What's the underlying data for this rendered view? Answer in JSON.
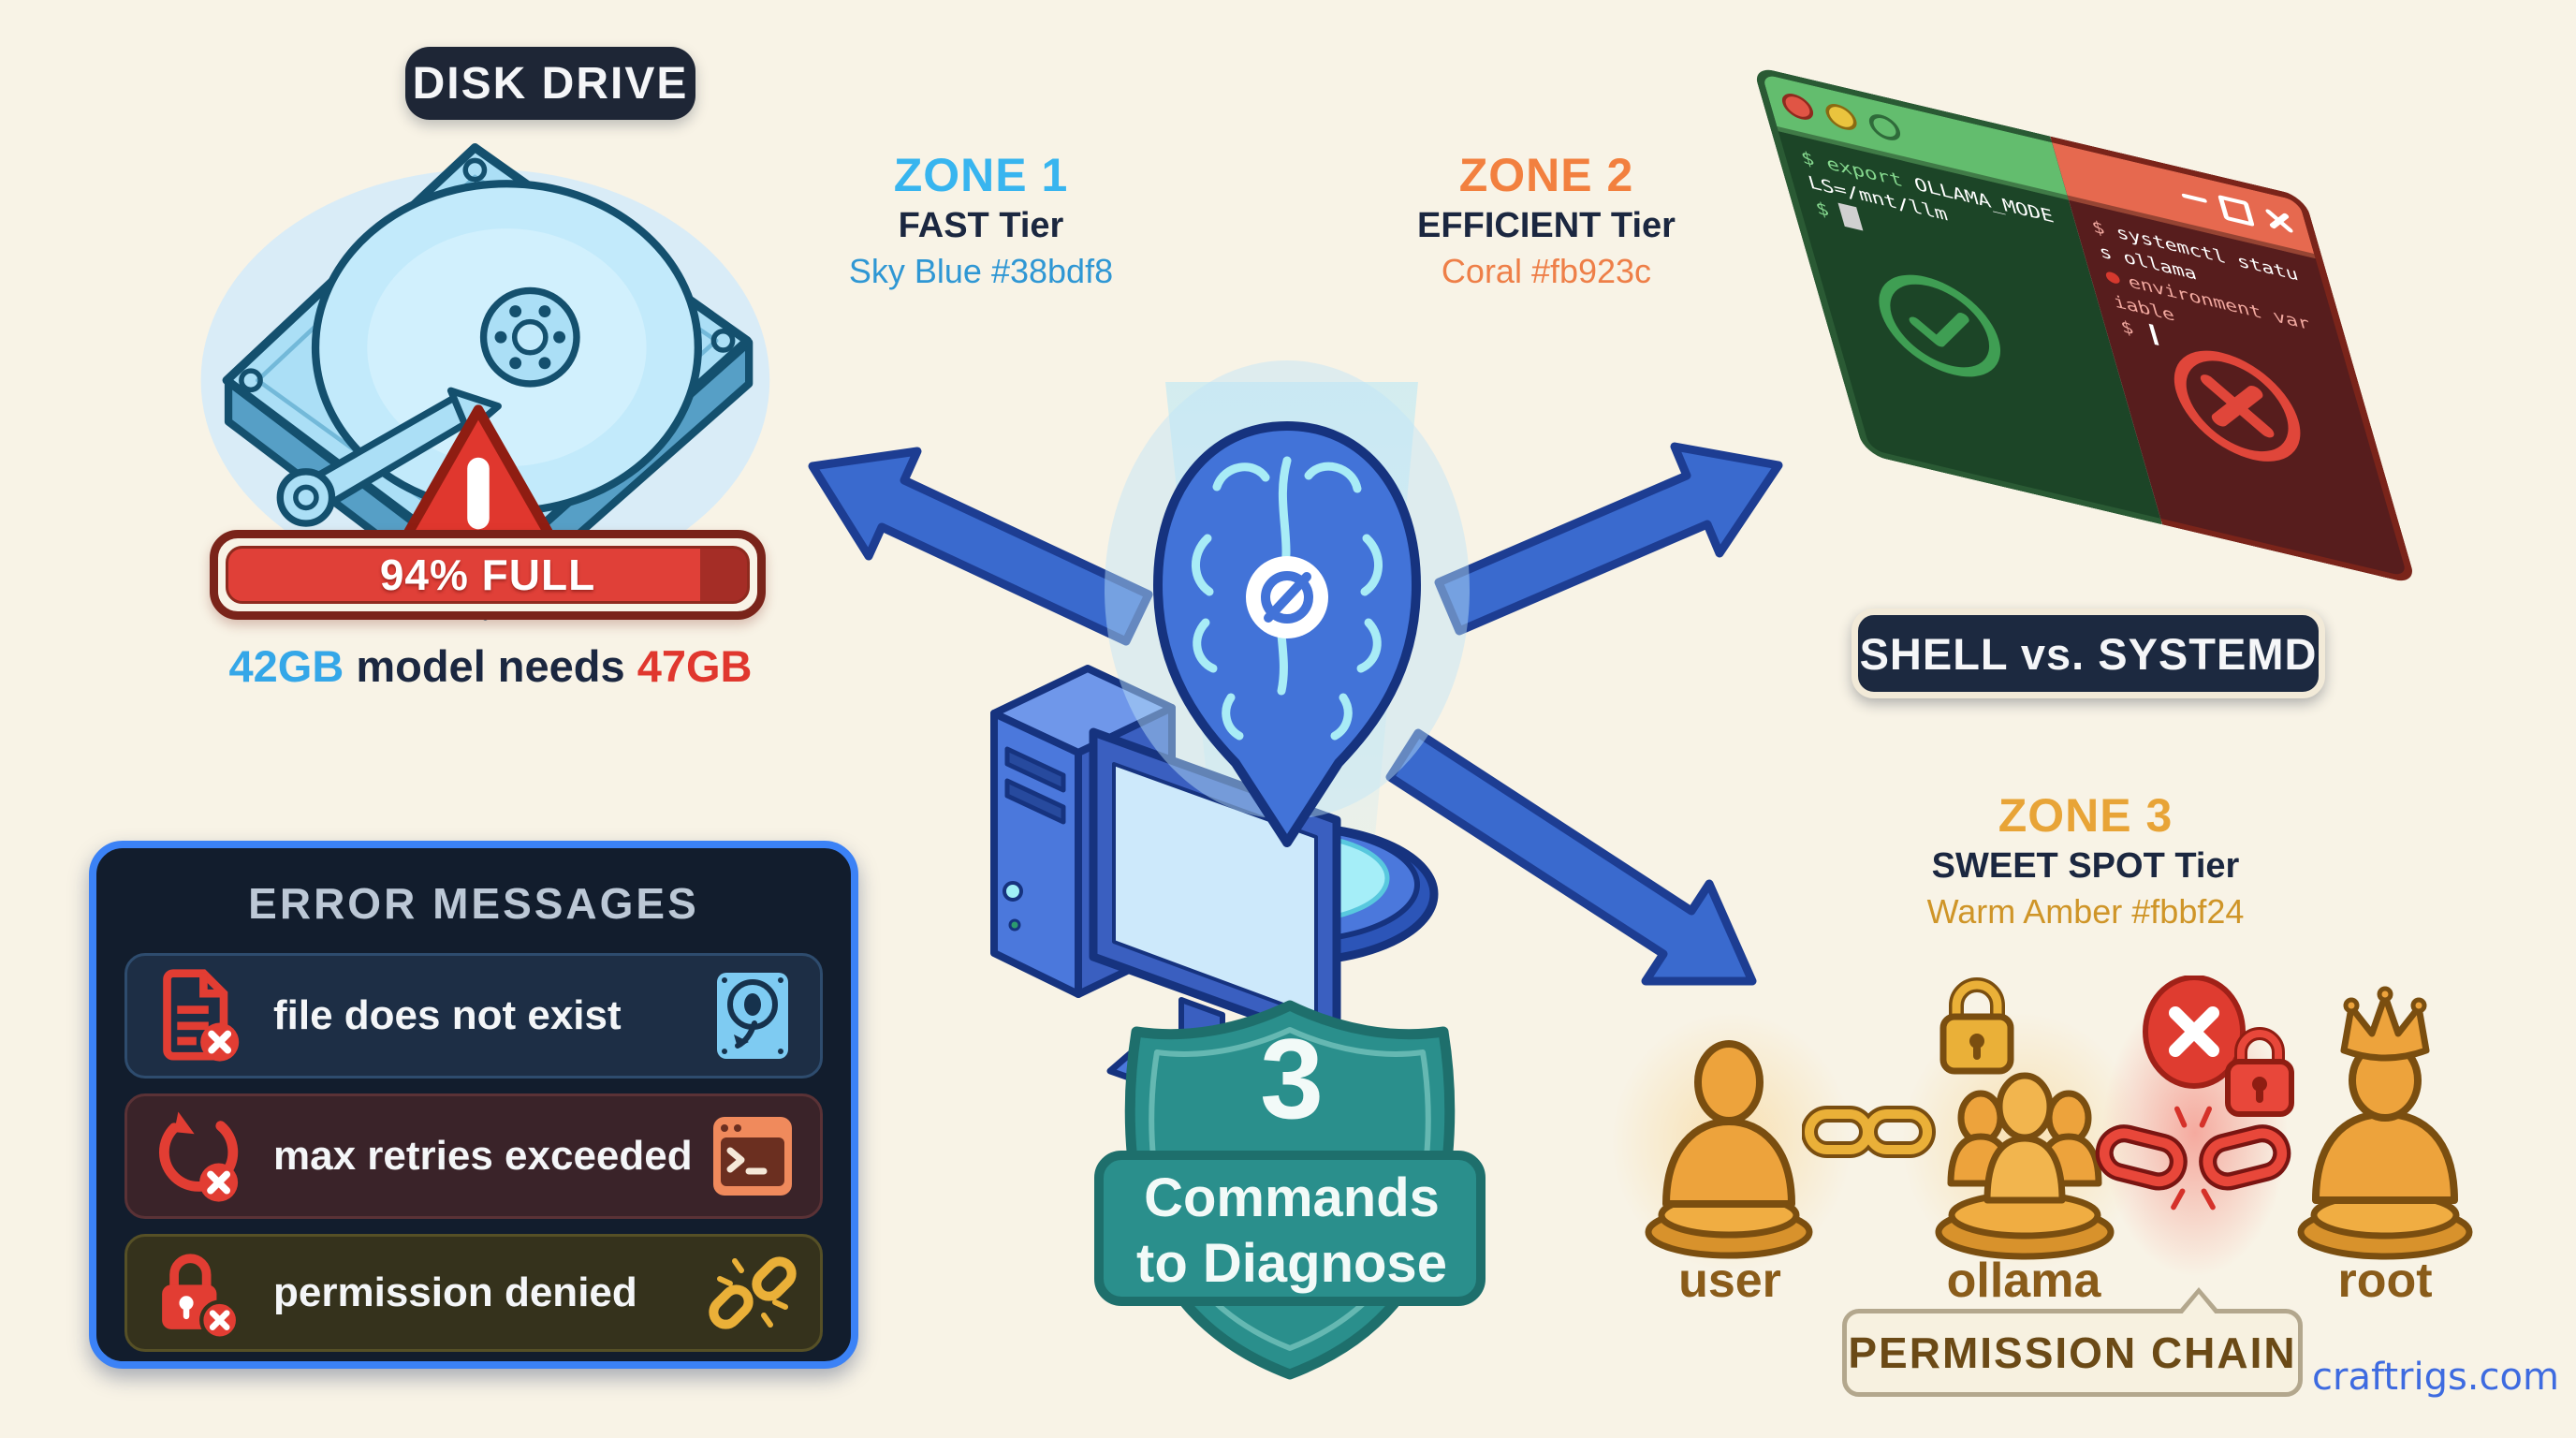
{
  "disk": {
    "label": "DISK DRIVE",
    "bar_text": "94% FULL",
    "note_value1": "42GB",
    "note_middle": "model needs",
    "note_value2": "47GB"
  },
  "zones": [
    {
      "name": "ZONE 1",
      "tier": "FAST Tier",
      "color_note": "Sky Blue #38bdf8",
      "color": "#38bdf8"
    },
    {
      "name": "ZONE 2",
      "tier": "EFFICIENT Tier",
      "color_note": "Coral #fb923c",
      "color": "#fb923c"
    },
    {
      "name": "ZONE 3",
      "tier": "SWEET SPOT Tier",
      "color_note": "Warm Amber #fbbf24",
      "color": "#fbbf24"
    }
  ],
  "terminal": {
    "green": {
      "line1_prompt": "$",
      "line1_keyword": "export",
      "line1_value": "OLLAMA_MODELS=/mnt/llm",
      "line2_prompt": "$",
      "status_icon": "check-circle-icon"
    },
    "red": {
      "line1_prompt": "$",
      "line1_text": "systemctl status ollama",
      "line2_text": "environment variable",
      "line3_prompt": "$",
      "status_icon": "x-circle-icon"
    },
    "caption": "SHELL vs. SYSTEMD"
  },
  "error_panel": {
    "title": "ERROR MESSAGES",
    "rows": [
      {
        "text": "file does not exist",
        "left_icon": "document-error-icon",
        "right_icon": "disk-drive-icon"
      },
      {
        "text": "max retries exceeded",
        "left_icon": "retry-error-icon",
        "right_icon": "terminal-window-icon"
      },
      {
        "text": "permission denied",
        "left_icon": "lock-error-icon",
        "right_icon": "broken-link-icon"
      }
    ]
  },
  "shield": {
    "number": "3",
    "line1": "Commands",
    "line2": "to Diagnose"
  },
  "permission_chain": {
    "label": "PERMISSION CHAIN",
    "entities": [
      "user",
      "ollama",
      "root"
    ]
  },
  "page": {
    "watermark": "craftrigs.com"
  }
}
